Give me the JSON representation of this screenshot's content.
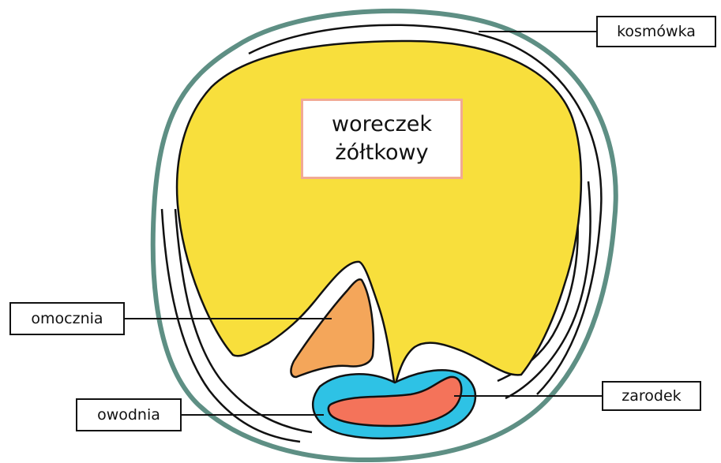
{
  "labels": {
    "kosmowka": "kosmówka",
    "omocznia": "omocznia",
    "owodnia": "owodnia",
    "zarodek": "zarodek"
  },
  "center": {
    "line1": "woreczek",
    "line2": "żółtkowy"
  },
  "colors": {
    "chorion": "#5e8f84",
    "yolk_sac": "#f8df3c",
    "allantois": "#f4a65a",
    "amnion": "#2ec2e5",
    "embryo": "#f4735a",
    "outline": "#111111",
    "center_box_border": "#f1a995"
  }
}
